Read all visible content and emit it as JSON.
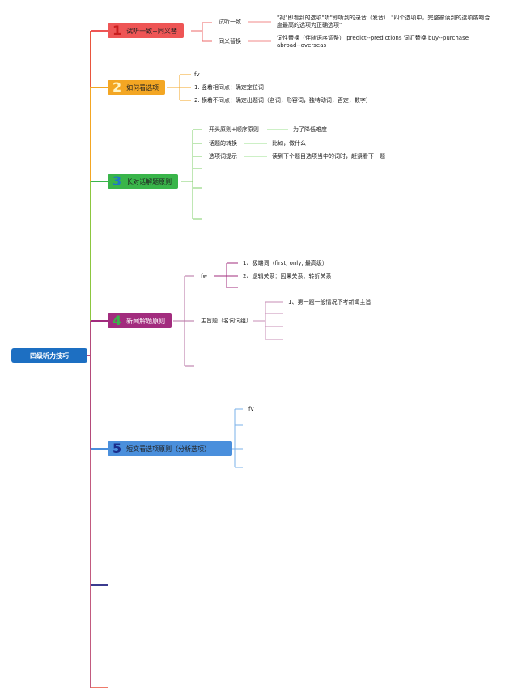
{
  "root": {
    "label": "四级听力技巧"
  },
  "branches": [
    {
      "num": "1",
      "label": "试听一致+同义替",
      "children": [
        {
          "label": "试听一致",
          "detail": "\"视\"即看到的选项\"听\"即听到的录音（发音） \"四个选项中，完整被读到的选项或吻合度最高的选项为正确选项\""
        },
        {
          "label": "同义替换",
          "detail": "词性替换（伴随语序调整） predict--predictions 词汇替换 buy--purchase abroad--overseas"
        }
      ]
    },
    {
      "num": "2",
      "label": "如何看选项",
      "children": [
        {
          "label": "fv"
        },
        {
          "label": "1. 竖着相同点：确定定位词"
        },
        {
          "label": "2. 横着不同点：确定出题词（名词，形容词，独特动词，否定，数字）"
        }
      ]
    },
    {
      "num": "3",
      "label": "长对话解题原则",
      "children": [
        {
          "label": "开头原则+顺序原则",
          "detail": "为了降低难度"
        },
        {
          "label": "话题的转换",
          "detail": "比如，做什么"
        },
        {
          "label": "选项词提示",
          "detail": "读到下个题目选项当中的词时，赶紧看下一题"
        }
      ]
    },
    {
      "num": "4",
      "label": "新闻解题原则",
      "children": [
        {
          "label": "fw",
          "items": [
            "1、极端词（first, only, 最高级）",
            "2、逻辑关系：因果关系、转折关系"
          ]
        },
        {
          "label": "主旨题（名词词组）",
          "items": [
            "1、第一题一般情况下考新闻主旨"
          ]
        }
      ]
    },
    {
      "num": "5",
      "label": "短文看选项原则（分析选项）",
      "children": [
        {
          "label": "fv"
        }
      ]
    }
  ],
  "colors": {
    "root": "#1d6fc2",
    "branch1": "#ee5555",
    "branch2": "#f3a623",
    "branch3": "#39b54a",
    "branch4": "#a22c7e",
    "branch5": "#4a8fdc",
    "branch6": "#3b3b8f",
    "branch7": "#ee7a6a"
  }
}
